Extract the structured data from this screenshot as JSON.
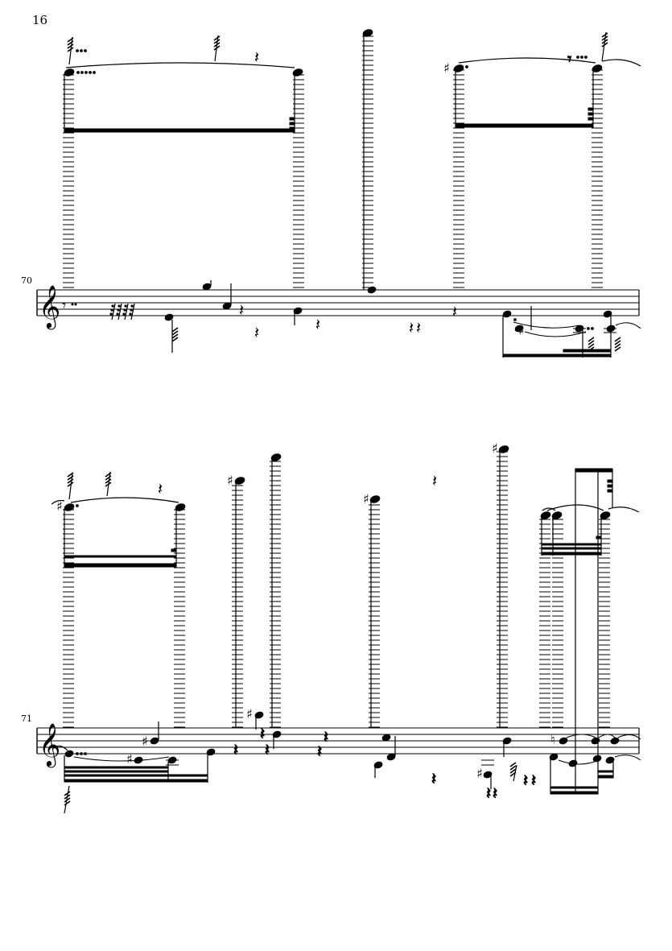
{
  "page": {
    "number": "16"
  },
  "systems": [
    {
      "measure_number": "70"
    },
    {
      "measure_number": "71"
    }
  ],
  "glyphs": {
    "sharp": "♯",
    "natural": "♮",
    "quarter_rest": "𝄽",
    "treble_clef": "𝄞"
  }
}
